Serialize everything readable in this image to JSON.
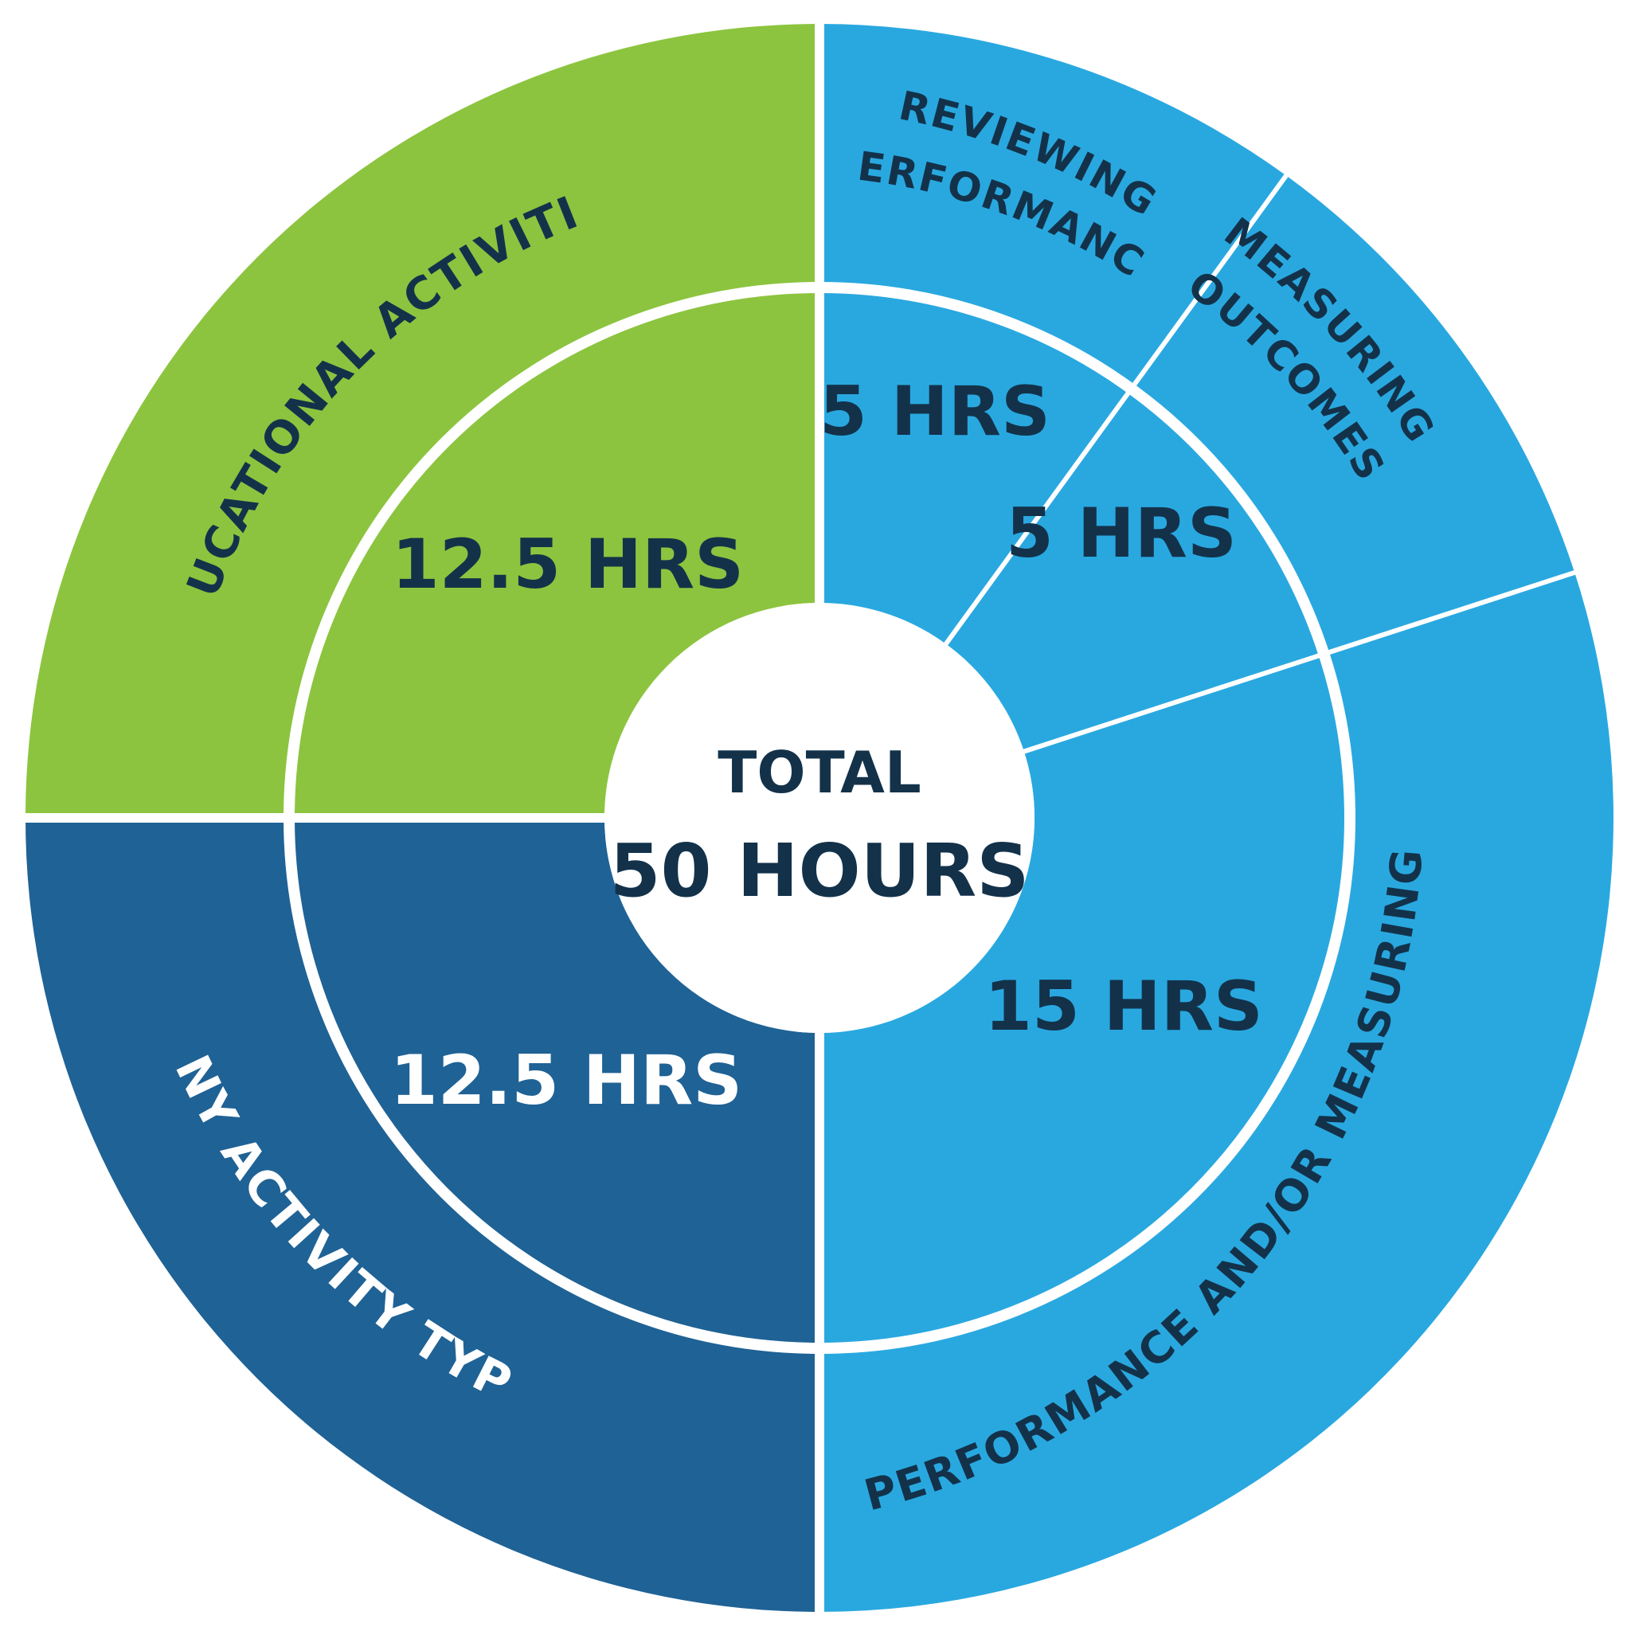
{
  "colors": {
    "green": "#8cc43f",
    "light_blue": "#29a8e0",
    "dark_blue": "#1f6295",
    "navy_text": "#13324a",
    "white": "#ffffff"
  },
  "center": {
    "line1": "TOTAL",
    "line2": "50 HOURS"
  },
  "chart_data": {
    "type": "pie",
    "total_hours": 50,
    "inner_ring": [
      {
        "label": "12.5 HRS",
        "hours": 12.5,
        "color": "green"
      },
      {
        "label": "12.5 HRS",
        "hours": 12.5,
        "color": "dark_blue"
      },
      {
        "label": "15 HRS",
        "hours": 15,
        "color": "light_blue"
      },
      {
        "label": "5 HRS",
        "hours": 5,
        "color": "light_blue"
      },
      {
        "label": "5 HRS",
        "hours": 5,
        "color": "light_blue"
      }
    ],
    "outer_ring": [
      {
        "label": "EDUCATIONAL ACTIVITIES",
        "color": "green"
      },
      {
        "label": "ANY ACTIVITY TYPE",
        "color": "dark_blue"
      },
      {
        "label": "REVIEWING PERFORMANCE AND/OR MEASURING OUTCOMES",
        "color": "light_blue"
      },
      {
        "label_line1": "MEASURING",
        "label_line2": "OUTCOMES",
        "color": "light_blue"
      },
      {
        "label_line1": "REVIEWING",
        "label_line2": "PERFORMANCE",
        "color": "light_blue"
      }
    ]
  }
}
